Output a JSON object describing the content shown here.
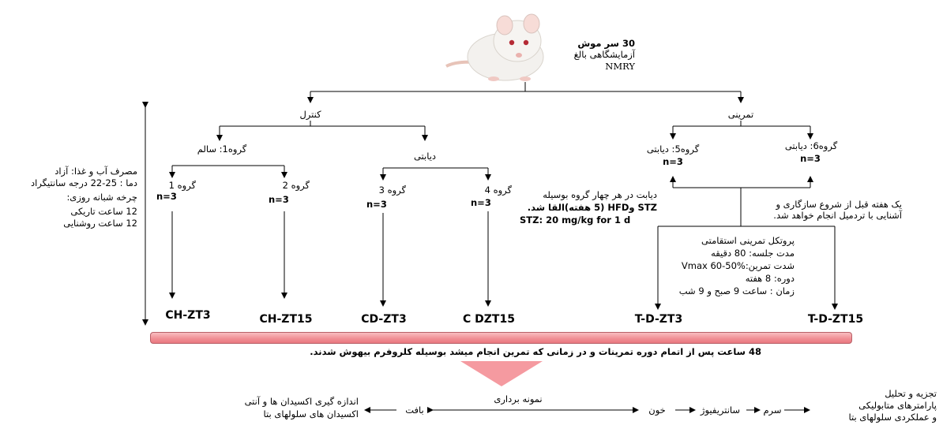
{
  "rats": {
    "line1": "30 سر موش",
    "line2": "آزمایشگاهی بالغ",
    "line3": "NMRY"
  },
  "branches": {
    "control": "کنترل",
    "training": "تمرینی"
  },
  "control_groups": {
    "healthy": "گروه1: سالم",
    "diabetic": "دیابتی",
    "g1": {
      "name": "گروه 1",
      "n": "n=3",
      "label": "CH-ZT3"
    },
    "g2": {
      "name": "گروه 2",
      "n": "n=3",
      "label": "CH-ZT15"
    },
    "g3": {
      "name": "گروه 3",
      "n": "n=3",
      "label": "CD-ZT3"
    },
    "g4": {
      "name": "گروه 4",
      "n": "n=3",
      "label": "C DZT15"
    }
  },
  "training_groups": {
    "g5": {
      "name": "گروه5: دیابتی",
      "n": "n=3",
      "label": "T-D-ZT3"
    },
    "g6": {
      "name": "گروه6: دیابتی",
      "n": "n=3",
      "label": "T-D-ZT15"
    }
  },
  "conditions": {
    "l1": "مصرف آب و غذا: آزاد",
    "l2": "دما : 25-22 درجه سانتیگراد",
    "l3": "چرخه شبانه روزی:",
    "l4": "12 ساعت تاریکی",
    "l5": "12 ساعت روشنایی"
  },
  "diabetes_note": {
    "l1": "دیابت در هر چهار گروه بوسیله",
    "l2": "STZ  وHFD  (5 هفته)القا شد.",
    "l3": "STZ: 20 mg/kg for 1 d"
  },
  "familiarization": {
    "l1": "یک هفته قبل از شروع سازگاری و",
    "l2": "آشنایی با تردمیل انجام خواهد شد."
  },
  "protocol": {
    "l1": "پروتکل تمرینی استقامتی",
    "l2": "مدت جلسه:  80 دقیقه",
    "l3": "شدت تمرین:Vmax 60-50%",
    "l4": "دوره:  8 هفته",
    "l5": "زمان : ساعت 9 صبح  و 9 شب"
  },
  "anesthesia_note": "48 ساعت پس از اتمام دوره تمرینات و در زمانی که تمرین انجام میشد بوسیله کلروفرم  بیهوش شدند.",
  "sampling": {
    "title": "نمونه برداری",
    "tissue": "بافت",
    "blood": "خون",
    "centrifuge": "سانتریفیوژ",
    "serum": "سرم",
    "measure_l1": "اندازه گیری اکسیدان ها و آنتی",
    "measure_l2": "اکسیدان های سلولهای بتا",
    "analysis_l1": "تجزیه و تحلیل",
    "analysis_l2": "پارامترهای متابولیکی",
    "analysis_l3": "و عملکردی سلولهای بتا"
  },
  "colors": {
    "bar": "#f08d93",
    "funnel": "#f59aa0",
    "rat_body": "#f3f1ee"
  }
}
